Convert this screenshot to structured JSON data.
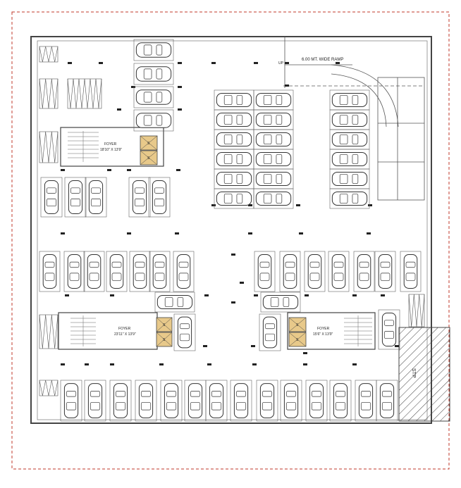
{
  "labels": {
    "ramp": "6.00 MT. WIDE RAMP",
    "up": "UP",
    "std": "STP",
    "foyer_top_title": "FOYER",
    "foyer_top_size": "18'10\" X 13'9\"",
    "foyer_left_title": "FOYER",
    "foyer_left_size": "23'11\" X 13'9\"",
    "foyer_right_title": "FOYER",
    "foyer_right_size": "15'6\" X 13'9\""
  },
  "lift_mark": "S",
  "colors": {
    "border_dashed": "#c0392b",
    "wall": "#444444",
    "line": "#555555",
    "lift_fill": "#e8c98a",
    "car": "#333333"
  }
}
